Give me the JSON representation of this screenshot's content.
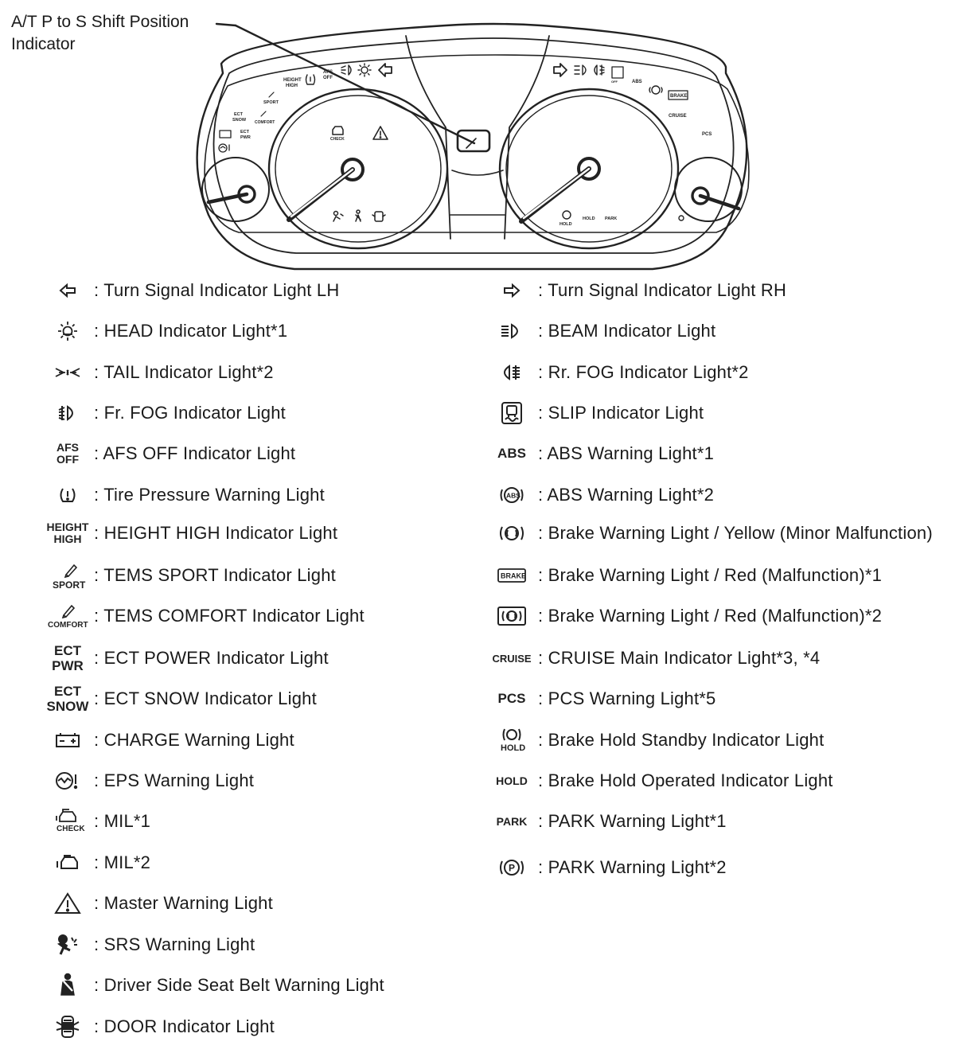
{
  "callout": {
    "line1": "A/T P to S Shift Position",
    "line2": "Indicator"
  },
  "cluster": {
    "left_labels": {
      "height_high": "HEIGHT\nHIGH",
      "afs_off": "AFS\nOFF",
      "sport": "SPORT",
      "comfort": "COMFORT",
      "ect_snow": "ECT\nSNOW",
      "ect_pwr": "ECT\nPWR",
      "check": "CHECK"
    },
    "right_labels": {
      "abs": "ABS",
      "brake": "BRAKE",
      "cruise": "CRUISE",
      "pcs": "PCS",
      "hold_icon": "HOLD",
      "hold": "HOLD",
      "park": "PARK"
    }
  },
  "legend_left": [
    {
      "icon": "turn-signal-left-icon",
      "text": ": Turn Signal Indicator Light LH"
    },
    {
      "icon": "head-light-icon",
      "text": ": HEAD Indicator Light*1"
    },
    {
      "icon": "tail-light-icon",
      "text": ": TAIL Indicator Light*2"
    },
    {
      "icon": "front-fog-icon",
      "text": ": Fr. FOG Indicator Light"
    },
    {
      "icon": "afs-off-icon",
      "label": "AFS\nOFF",
      "text": ": AFS OFF Indicator Light"
    },
    {
      "icon": "tire-pressure-icon",
      "text": ": Tire Pressure Warning Light"
    },
    {
      "icon": "height-high-icon",
      "label": "HEIGHT\nHIGH",
      "text": ": HEIGHT HIGH Indicator Light"
    },
    {
      "icon": "tems-sport-icon",
      "label": "SPORT",
      "text": ": TEMS SPORT Indicator Light"
    },
    {
      "icon": "tems-comfort-icon",
      "label": "COMFORT",
      "text": ": TEMS COMFORT Indicator Light"
    },
    {
      "icon": "ect-power-icon",
      "label": "ECT\nPWR",
      "text": ": ECT POWER Indicator Light"
    },
    {
      "icon": "ect-snow-icon",
      "label": "ECT\nSNOW",
      "text": ": ECT SNOW Indicator Light"
    },
    {
      "icon": "charge-icon",
      "text": ": CHARGE Warning Light"
    },
    {
      "icon": "eps-icon",
      "text": ": EPS Warning Light"
    },
    {
      "icon": "mil-check-icon",
      "label": "CHECK",
      "text": ": MIL*1"
    },
    {
      "icon": "mil-icon",
      "text": ": MIL*2"
    },
    {
      "icon": "master-warning-icon",
      "text": ": Master Warning Light"
    },
    {
      "icon": "srs-icon",
      "text": ": SRS Warning Light"
    },
    {
      "icon": "seat-belt-icon",
      "text": ": Driver Side Seat Belt Warning Light"
    },
    {
      "icon": "door-icon",
      "text": ": DOOR Indicator Light"
    }
  ],
  "legend_right": [
    {
      "icon": "turn-signal-right-icon",
      "text": ": Turn Signal Indicator Light RH"
    },
    {
      "icon": "beam-icon",
      "text": ": BEAM Indicator Light"
    },
    {
      "icon": "rear-fog-icon",
      "text": ": Rr. FOG Indicator Light*2"
    },
    {
      "icon": "slip-icon",
      "text": ": SLIP Indicator Light"
    },
    {
      "icon": "abs-text-icon",
      "label": "ABS",
      "text": ": ABS Warning Light*1"
    },
    {
      "icon": "abs-circle-icon",
      "label": "ABS",
      "text": ": ABS Warning Light*2"
    },
    {
      "icon": "brake-yellow-icon",
      "text": ": Brake Warning Light / Yellow (Minor Malfunction)"
    },
    {
      "icon": "brake-red-text-icon",
      "label": "BRAKE",
      "text": ": Brake Warning Light / Red (Malfunction)*1"
    },
    {
      "icon": "brake-red-symbol-icon",
      "text": ": Brake Warning Light / Red (Malfunction)*2"
    },
    {
      "icon": "cruise-icon",
      "label": "CRUISE",
      "text": ": CRUISE Main Indicator Light*3, *4"
    },
    {
      "icon": "pcs-icon",
      "label": "PCS",
      "text": ": PCS Warning Light*5"
    },
    {
      "icon": "brake-hold-standby-icon",
      "label": "HOLD",
      "text": ": Brake Hold Standby Indicator Light"
    },
    {
      "icon": "brake-hold-operated-icon",
      "label": "HOLD",
      "text": ": Brake Hold Operated Indicator Light"
    },
    {
      "icon": "park-text-icon",
      "label": "PARK",
      "text": ": PARK Warning Light*1"
    },
    {
      "icon": "park-circle-icon",
      "label": "P",
      "text": ": PARK Warning Light*2"
    }
  ]
}
